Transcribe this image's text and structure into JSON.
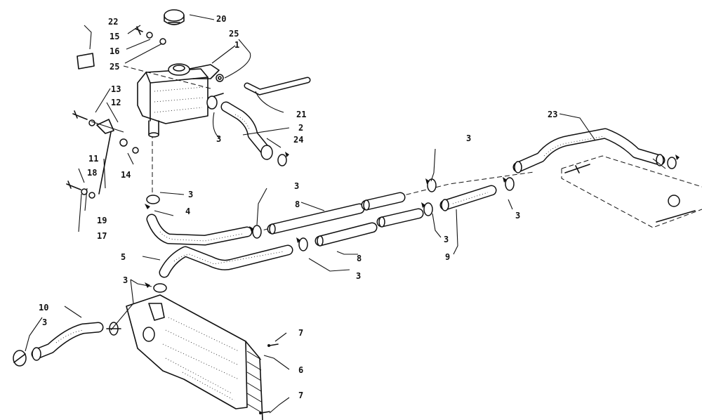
{
  "diagram": {
    "callouts": {
      "c1": "1",
      "c2": "2",
      "c3a": "3",
      "c3b": "3",
      "c3c": "3",
      "c3d": "3",
      "c3e": "3",
      "c3f": "3",
      "c3g": "3",
      "c3h": "3",
      "c3i": "3",
      "c4": "4",
      "c5": "5",
      "c6": "6",
      "c7a": "7",
      "c7b": "7",
      "c8a": "8",
      "c8b": "8",
      "c9": "9",
      "c10": "10",
      "c11": "11",
      "c12": "12",
      "c13": "13",
      "c14": "14",
      "c15": "15",
      "c16": "16",
      "c17": "17",
      "c18": "18",
      "c19": "19",
      "c20": "20",
      "c21": "21",
      "c22": "22",
      "c23": "23",
      "c24": "24",
      "c25a": "25",
      "c25b": "25"
    }
  }
}
